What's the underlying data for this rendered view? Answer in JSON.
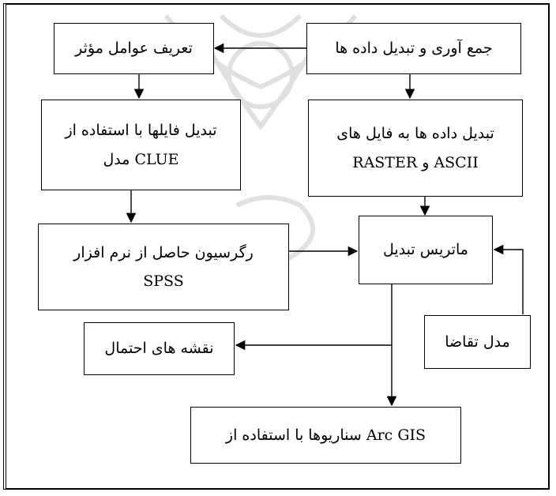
{
  "diagram": {
    "nodes": {
      "collect": {
        "lines": [
          "جمع آوری و تبدیل داده ها"
        ]
      },
      "factors": {
        "lines": [
          "تعریف عوامل مؤثر"
        ]
      },
      "convert": {
        "lines": [
          "تبدیل داده ها به فایل های",
          "RASTER و ASCII"
        ]
      },
      "clue": {
        "lines": [
          "تبدیل فایلها با استفاده از",
          "مدل CLUE"
        ]
      },
      "matrix": {
        "lines": [
          "ماتریس تبدیل"
        ]
      },
      "spss": {
        "lines": [
          "رگرسیون حاصل از نرم افزار",
          "SPSS"
        ]
      },
      "demand": {
        "lines": [
          "مدل تقاضا"
        ]
      },
      "prob": {
        "lines": [
          "نقشه های احتمال"
        ]
      },
      "scenarios": {
        "lines": [
          "سناریوها با استفاده از Arc GIS"
        ]
      }
    },
    "edges": [
      [
        "collect",
        "factors"
      ],
      [
        "collect",
        "convert"
      ],
      [
        "factors",
        "clue"
      ],
      [
        "convert",
        "matrix"
      ],
      [
        "clue",
        "spss"
      ],
      [
        "spss",
        "matrix"
      ],
      [
        "demand",
        "matrix"
      ],
      [
        "matrix",
        "prob"
      ],
      [
        "matrix",
        "scenarios"
      ]
    ]
  }
}
